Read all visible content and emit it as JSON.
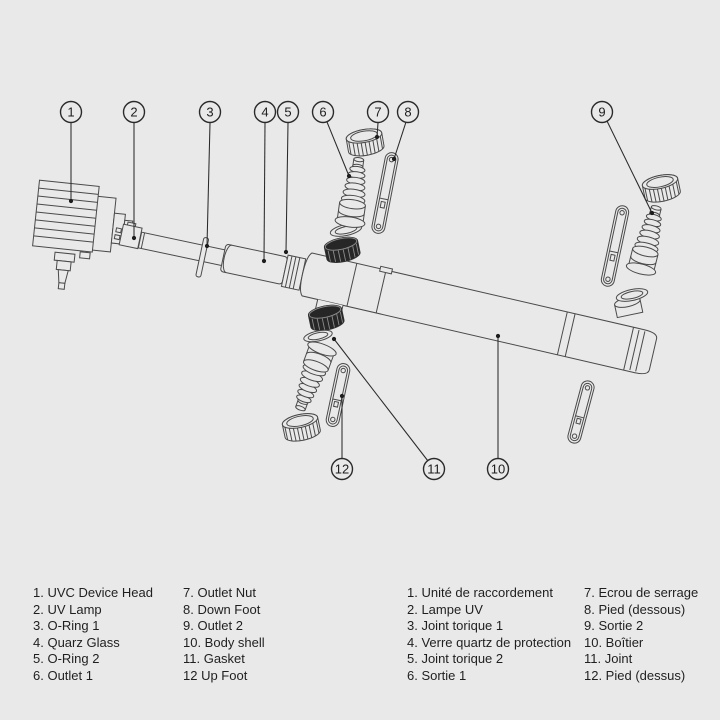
{
  "callouts": [
    {
      "num": "1"
    },
    {
      "num": "2"
    },
    {
      "num": "3"
    },
    {
      "num": "4"
    },
    {
      "num": "5"
    },
    {
      "num": "6"
    },
    {
      "num": "7"
    },
    {
      "num": "8"
    },
    {
      "num": "9"
    },
    {
      "num": "10"
    },
    {
      "num": "11"
    },
    {
      "num": "12"
    }
  ],
  "legend_en": {
    "col1": [
      "1. UVC Device Head",
      "2. UV Lamp",
      "3. O-Ring 1",
      "4. Quarz Glass",
      "5. O-Ring 2",
      "6. Outlet 1"
    ],
    "col2": [
      "7. Outlet Nut",
      "8. Down Foot",
      "9. Outlet 2",
      "10. Body shell",
      "11. Gasket",
      "12 Up Foot"
    ]
  },
  "legend_fr": {
    "col1": [
      "1. Unité de raccordement",
      "2. Lampe UV",
      "3. Joint torique 1",
      "4. Verre quartz de protection",
      "5. Joint torique 2",
      "6. Sortie 1"
    ],
    "col2": [
      "7. Ecrou de serrage",
      "8. Pied (dessous)",
      "9. Sortie 2",
      "10. Boîtier",
      "11. Joint",
      "12. Pied (dessus)"
    ]
  },
  "colors": {
    "background": "#e9e9e9",
    "line_art": "#4a4a4a",
    "dark_part_fill": "#262626",
    "text": "#1f1f1f"
  }
}
